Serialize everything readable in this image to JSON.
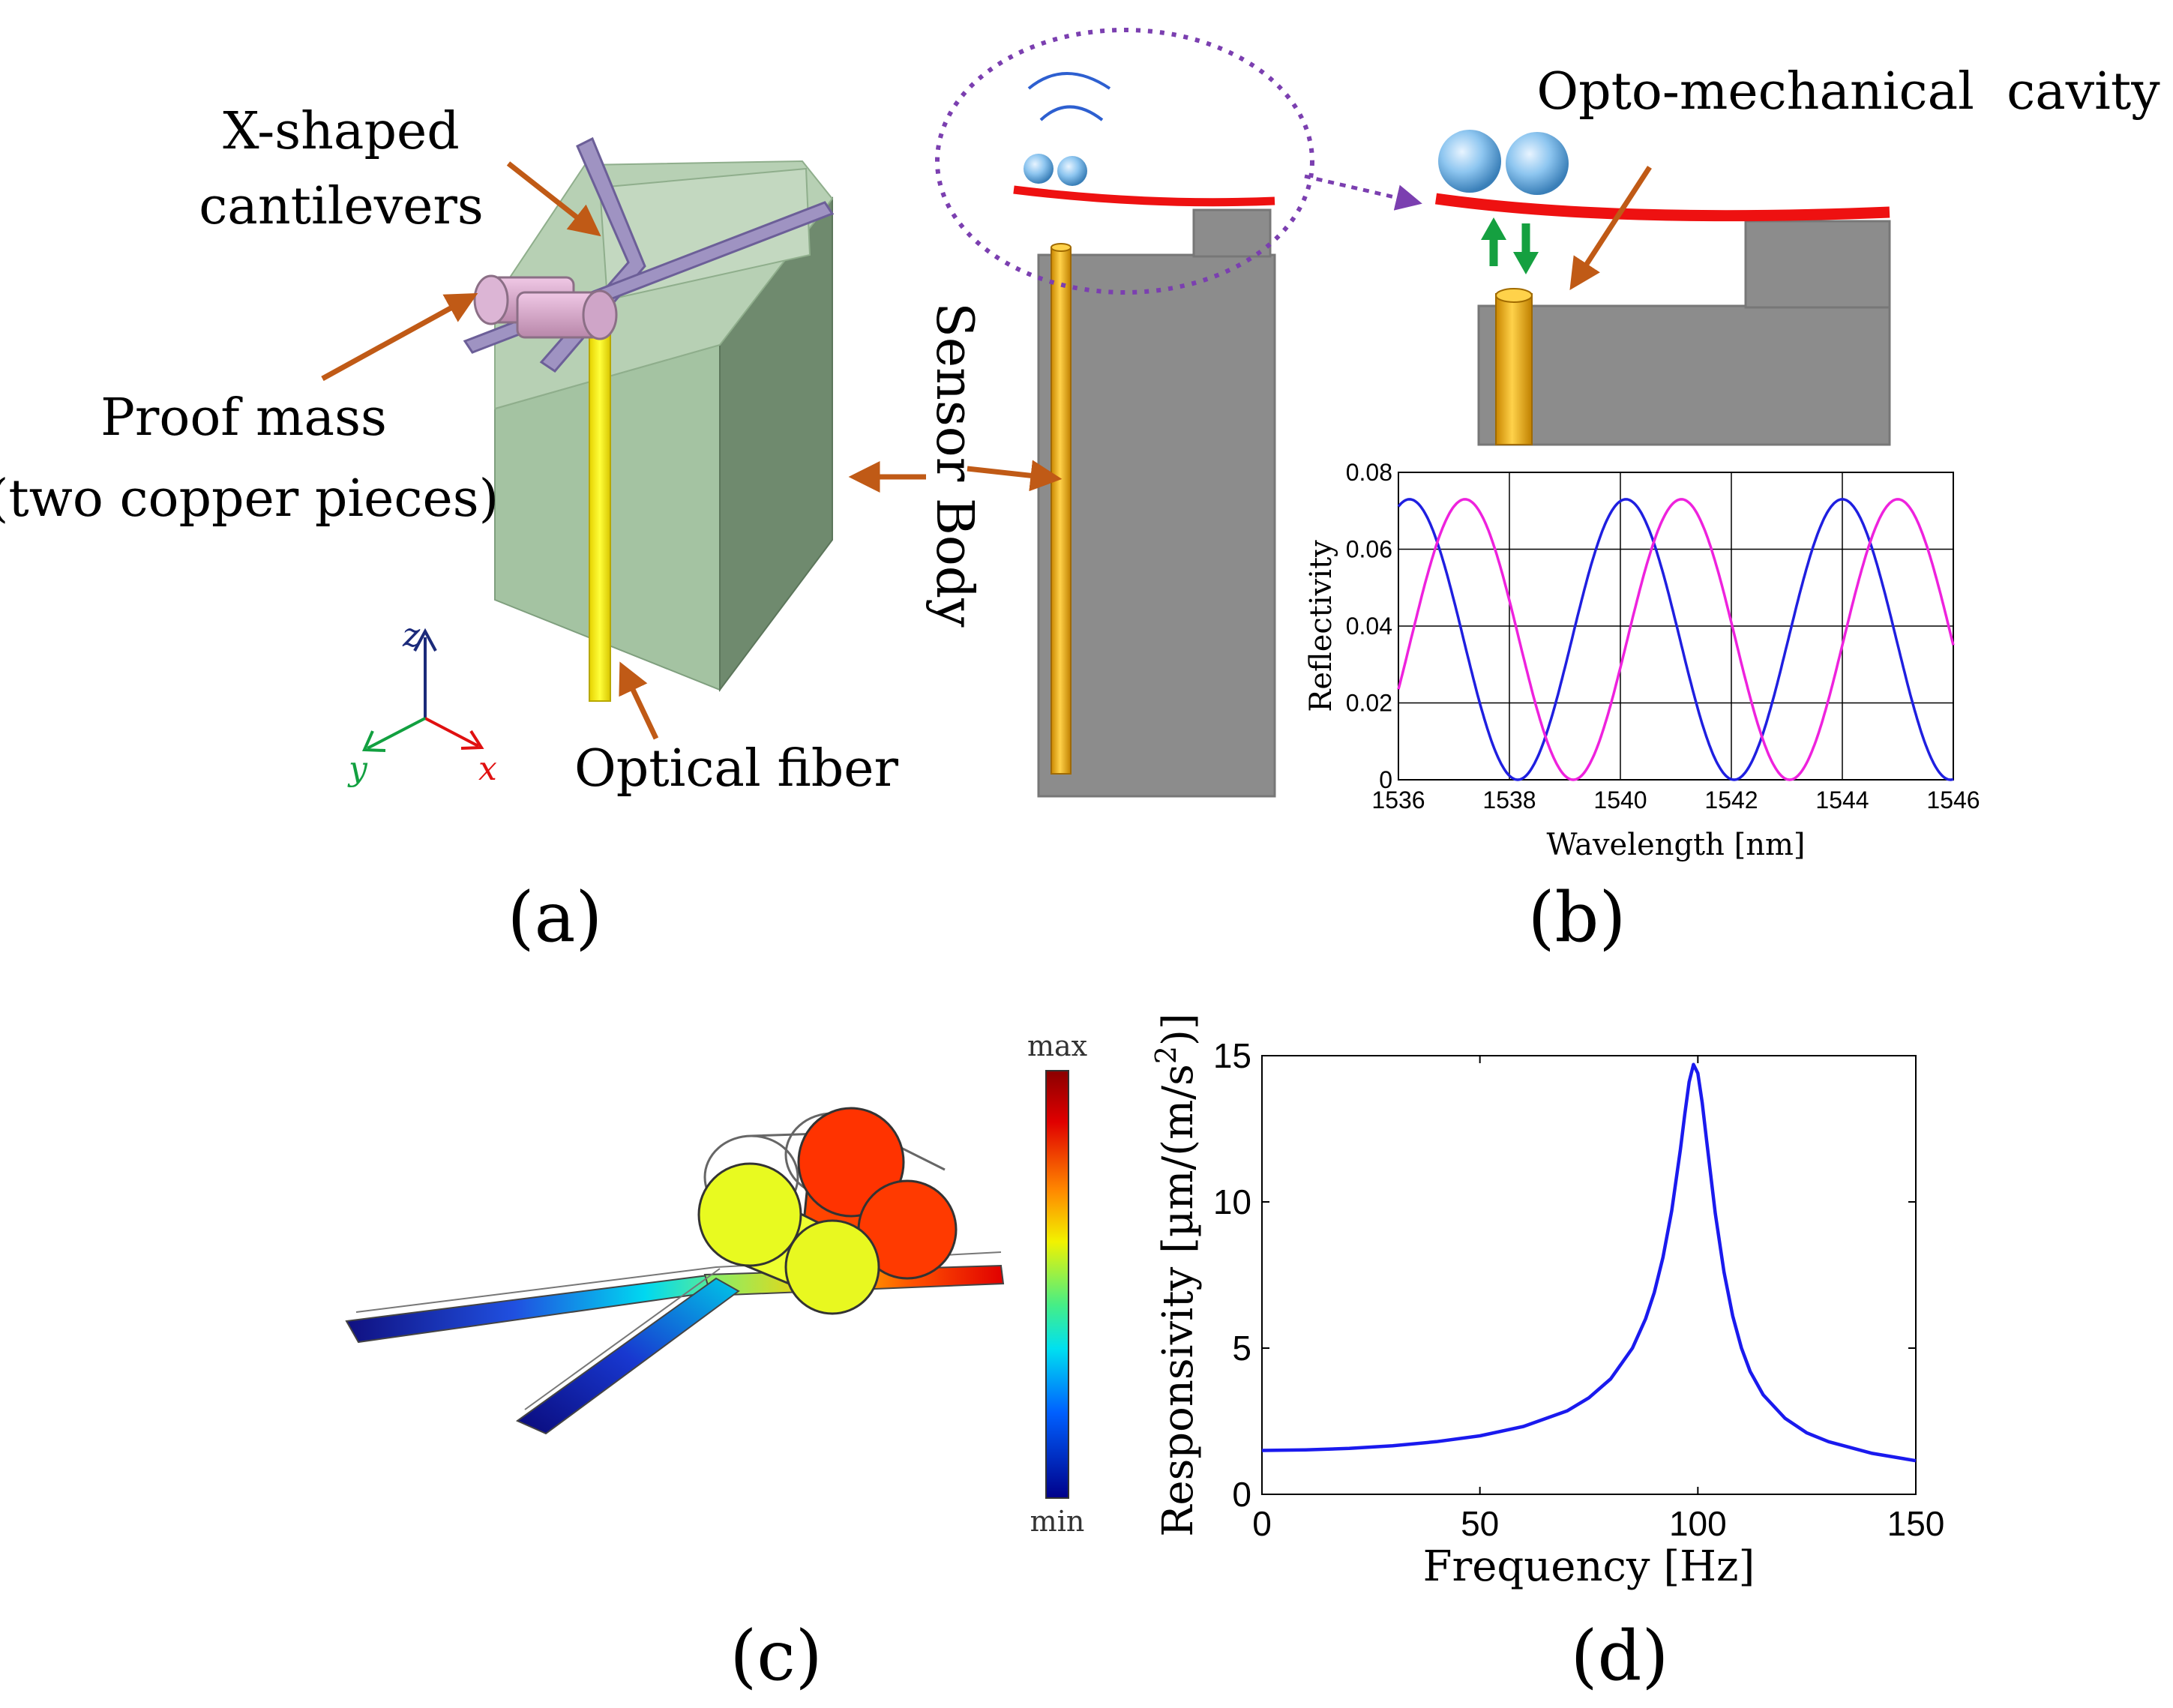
{
  "panel_a": {
    "label": "(a)",
    "callouts": {
      "cantilevers_line1": "X-shaped",
      "cantilevers_line2": "cantilevers",
      "proof_mass_line1": "Proof mass",
      "proof_mass_line2": "(two copper pieces)",
      "optical_fiber": "Optical fiber"
    },
    "axes": {
      "z": "z",
      "y": "y",
      "x": "x"
    }
  },
  "panel_b": {
    "label": "(b)",
    "sensor_body": "Sensor Body",
    "cavity": "Opto-mechanical  cavity"
  },
  "reflectivity_chart": {
    "type": "line",
    "xlabel": "Wavelength [nm]",
    "ylabel": "Reflectivity",
    "xlim": [
      1536,
      1546
    ],
    "ylim": [
      0,
      0.08
    ],
    "xticks": [
      "1536",
      "1538",
      "1540",
      "1542",
      "1544",
      "1546"
    ],
    "yticks": [
      "0",
      "0.02",
      "0.04",
      "0.06",
      "0.08"
    ],
    "grid": true,
    "series": [
      {
        "color": "#1f1fe0",
        "period_nm": 3.9,
        "peak_at_nm": [
          1536.2,
          1540.1,
          1544.0
        ],
        "min_at_nm": [
          1538.15,
          1542.05
        ],
        "max": 0.073,
        "min": 0
      },
      {
        "color": "#ee22dd",
        "period_nm": 3.9,
        "peak_at_nm": [
          1537.2,
          1541.1,
          1545.0
        ],
        "min_at_nm": [
          1539.15,
          1543.05
        ],
        "max": 0.073,
        "min": 0
      }
    ]
  },
  "panel_c": {
    "label": "(c)",
    "colorbar_max": "max",
    "colorbar_min": "min"
  },
  "chart_data": {
    "type": "line",
    "xlabel": "Frequency [Hz]",
    "ylabel": "Responsivity [µm/(m/s²)]",
    "ylabel_main": "Responsivity [µm/(m/s",
    "ylabel_sup": "2",
    "ylabel_end": ")]",
    "xlim": [
      0,
      150
    ],
    "ylim": [
      0,
      15
    ],
    "xticks": [
      "0",
      "50",
      "100",
      "150"
    ],
    "yticks": [
      "0",
      "5",
      "10",
      "15"
    ],
    "grid": false,
    "series": [
      {
        "color": "#1a1aee",
        "x": [
          0,
          10,
          20,
          30,
          40,
          50,
          60,
          70,
          75,
          80,
          85,
          88,
          90,
          92,
          94,
          96,
          97,
          98,
          99,
          100,
          101,
          102,
          104,
          106,
          108,
          110,
          112,
          115,
          120,
          125,
          130,
          140,
          150
        ],
        "y": [
          1.5,
          1.52,
          1.57,
          1.66,
          1.8,
          2.0,
          2.32,
          2.85,
          3.3,
          3.95,
          5.0,
          6.0,
          6.9,
          8.1,
          9.7,
          11.8,
          13.0,
          14.1,
          14.7,
          14.4,
          13.4,
          12.1,
          9.6,
          7.6,
          6.1,
          5.0,
          4.2,
          3.4,
          2.6,
          2.1,
          1.8,
          1.4,
          1.15
        ]
      }
    ],
    "label": "(d)"
  }
}
